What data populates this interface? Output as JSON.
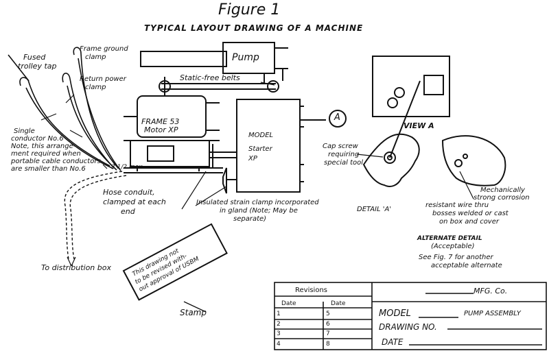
{
  "figure": {
    "title": "Figure 1",
    "subtitle": "TYPICAL LAYOUT DRAWING OF A MACHINE"
  },
  "labels": {
    "pump": "Pump",
    "static_belts": "Static-free belts",
    "fused_trolley_1": "Fused",
    "fused_trolley_2": "trolley tap",
    "frame_ground_1": "Frame ground",
    "frame_ground_2": "clamp",
    "return_power_1": "Return power",
    "return_power_2": "clamp",
    "single_conductor": [
      "Single",
      "conductor No.6",
      "Note, this arrange-",
      "ment required when",
      "portable cable conductors",
      "are smaller than No.6"
    ],
    "dimension": "3 1/2 max.",
    "motor_frame": "FRAME 53",
    "motor_model": "Motor XP",
    "starter": [
      "MODEL",
      "Starter",
      "XP"
    ],
    "callout_a": "A",
    "hose": [
      "Hose conduit,",
      "clamped at each",
      "end"
    ],
    "insulated_clamp": [
      "Insulated strain clamp incorporated",
      "in gland (Note; May be",
      "separate)"
    ],
    "to_distribution": "To distribution box",
    "view_a": "VIEW A",
    "cap_screw": [
      "Cap screw",
      "requiring",
      "special tool"
    ],
    "detail_a": "DETAIL 'A'",
    "mech_strong": [
      "Mechanically",
      "strong corrosion",
      "resistant wire thru",
      "bosses welded or cast",
      "on box and cover"
    ],
    "alt_detail": [
      "ALTERNATE DETAIL",
      "(Acceptable)"
    ],
    "see_fig": [
      "See Fig. 7 for another",
      "acceptable alternate"
    ],
    "stamp_text": [
      "This drawing not",
      "to be revised with-",
      "out approval of USBM"
    ],
    "stamp_label": "Stamp"
  },
  "title_block": {
    "revisions_header": "Revisions",
    "date_col_1": "Date",
    "date_col_2": "Date",
    "rows_left": [
      "1",
      "2",
      "3",
      "4"
    ],
    "rows_right": [
      "5",
      "6",
      "7",
      "8"
    ],
    "company": "MFG. Co.",
    "model_label": "MODEL",
    "model_value": "PUMP ASSEMBLY",
    "drawing_no_label": "DRAWING NO.",
    "date_label": "DATE"
  }
}
